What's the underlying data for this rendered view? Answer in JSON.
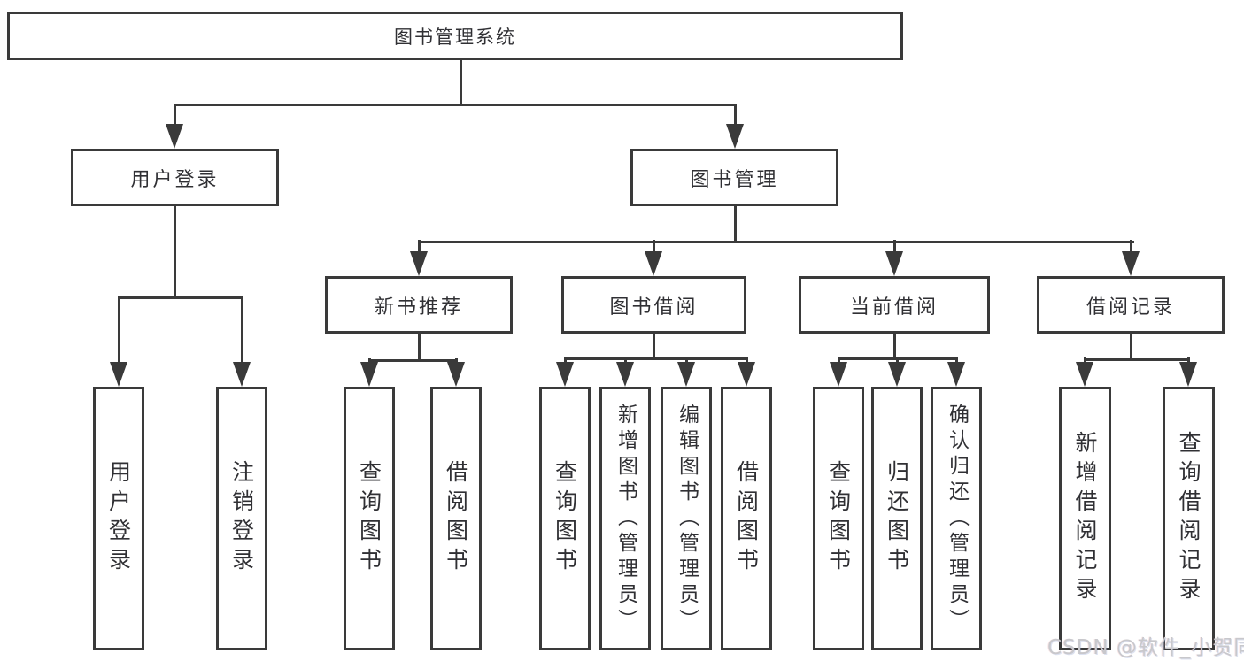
{
  "diagram": {
    "root": "图书管理系统",
    "level2": [
      "用户登录",
      "图书管理"
    ],
    "level3": [
      "新书推荐",
      "图书借阅",
      "当前借阅",
      "借阅记录"
    ],
    "leaves": {
      "user_login": [
        "用户登录",
        "注销登录"
      ],
      "new_book_recommend": [
        "查询图书",
        "借阅图书"
      ],
      "book_borrow": [
        "查询图书",
        "新增图书（管理员）",
        "编辑图书（管理员）",
        "借阅图书"
      ],
      "current_borrow": [
        "查询图书",
        "归还图书",
        "确认归还（管理员）"
      ],
      "borrow_record": [
        "新增借阅记录",
        "查询借阅记录"
      ]
    }
  },
  "watermark": {
    "text": "CSDN @软件_小贺同学"
  },
  "colors": {
    "line": "#3a3a3a",
    "box_bg": "#ffffff",
    "text": "#303034",
    "page_bg": "#ffffff",
    "watermark": "#c8c8cc"
  }
}
